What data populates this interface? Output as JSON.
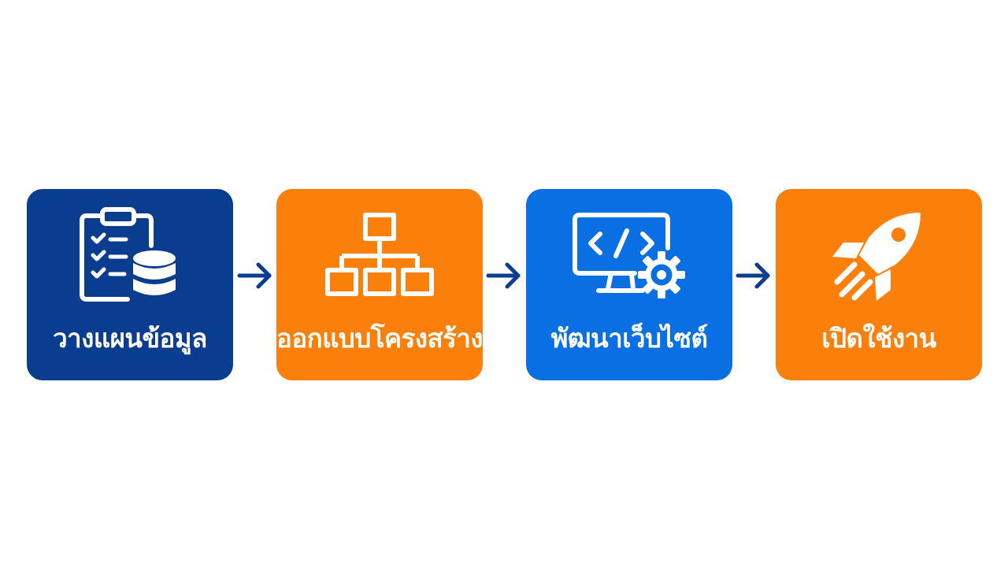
{
  "steps": [
    {
      "label": "วางแผนข้อมูล",
      "color": "#0a3d8f",
      "icon": "clipboard-database-icon"
    },
    {
      "label": "ออกแบบโครงสร้าง",
      "color": "#fb7f0b",
      "icon": "sitemap-icon"
    },
    {
      "label": "พัฒนาเว็บไซต์",
      "color": "#0a6fe3",
      "icon": "monitor-code-gear-icon"
    },
    {
      "label": "เปิดใช้งาน",
      "color": "#fb7f0b",
      "icon": "rocket-icon"
    }
  ],
  "arrow_color": "#0a3d8f"
}
